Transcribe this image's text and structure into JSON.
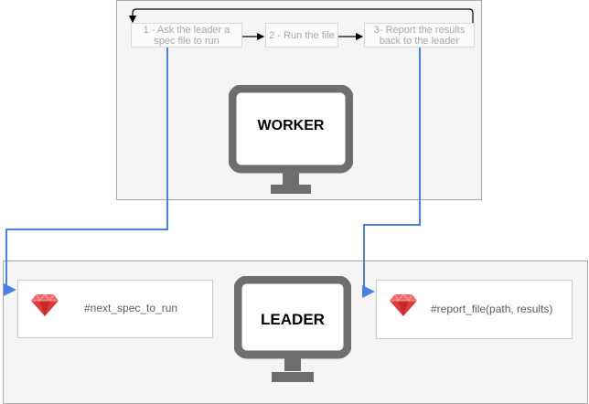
{
  "worker": {
    "label": "WORKER",
    "steps": [
      "1 - Ask the leader a\nspec file to run",
      "2 - Run the file",
      "3- Report the results\nback to the leader"
    ]
  },
  "leader": {
    "label": "LEADER",
    "methods": [
      "#next_spec_to_run",
      "#report_file(path, results)"
    ]
  },
  "colors": {
    "blue_connector": "#4a80e6",
    "ruby": "#e03b3b",
    "monitor": "#6e6e6e"
  },
  "icons": {
    "monitor": "monitor-icon",
    "ruby": "ruby-gem-icon"
  }
}
